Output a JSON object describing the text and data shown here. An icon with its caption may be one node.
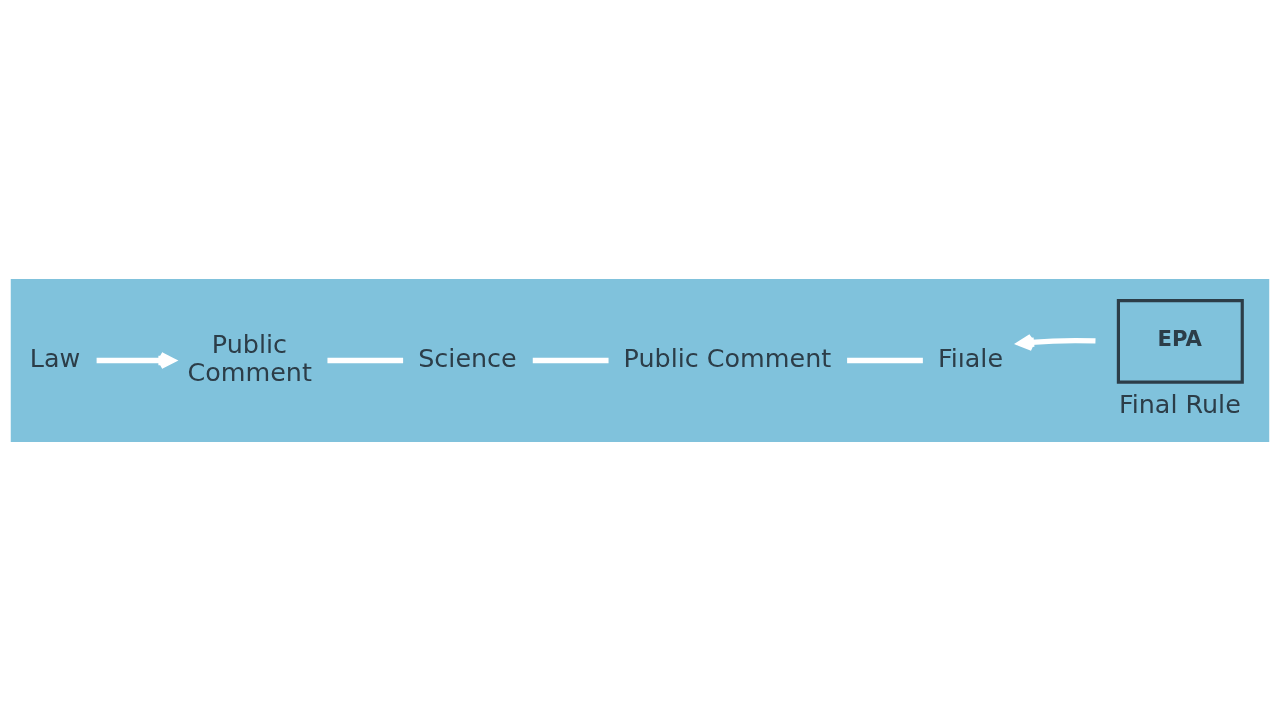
{
  "diagram": {
    "nodes": [
      {
        "text": [
          "Law"
        ]
      },
      {
        "text": [
          "Public Comment"
        ]
      },
      {
        "text": [
          "Science"
        ]
      },
      {
        "text": [
          "Public Comment"
        ]
      },
      {
        "text": [
          "Fiıale"
        ]
      },
      {
        "text": [
          "EPA",
          "Final Rule"
        ]
      }
    ],
    "edges": [
      {
        "from": 0,
        "to": 1,
        "arrow": "to"
      },
      {
        "from": 1,
        "to": 2,
        "arrow": "none"
      },
      {
        "from": 2,
        "to": 3,
        "arrow": "none"
      },
      {
        "from": 3,
        "to": 4,
        "arrow": "none"
      },
      {
        "from": 5,
        "to": 4,
        "arrow": "to"
      }
    ]
  }
}
